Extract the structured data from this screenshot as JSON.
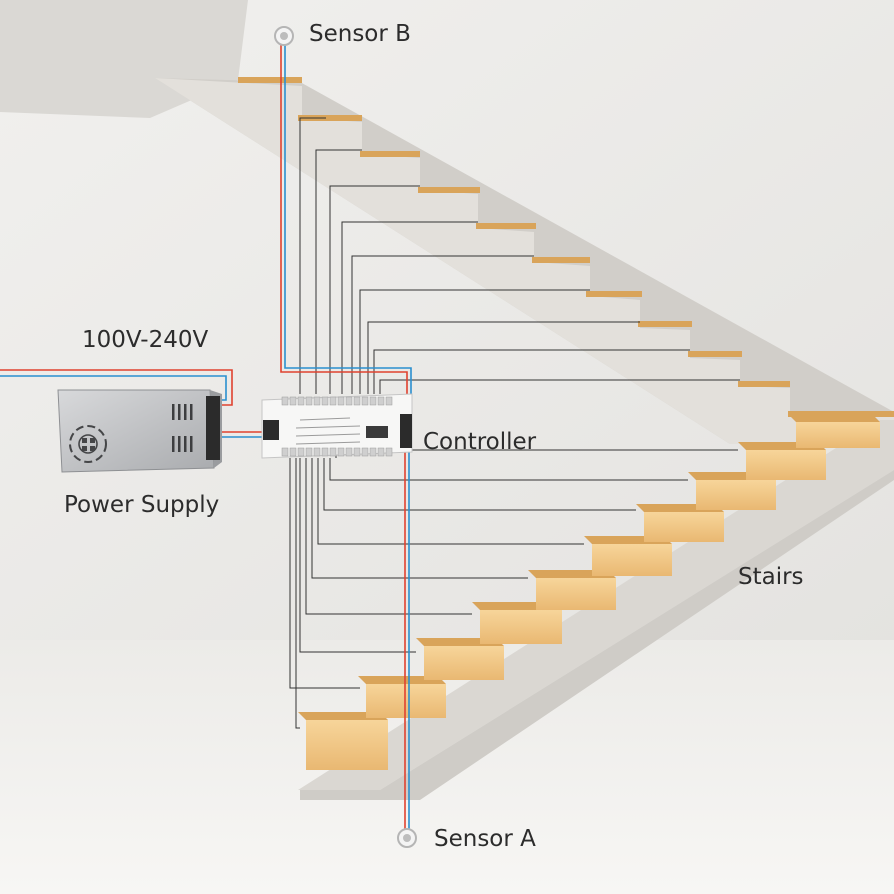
{
  "labels": {
    "sensor_b": "Sensor B",
    "sensor_a": "Sensor A",
    "voltage": "100V-240V",
    "power_supply": "Power Supply",
    "controller": "Controller",
    "stairs": "Stairs"
  },
  "colors": {
    "wall": "#ecebe8",
    "floor": "#f5f4f2",
    "stair_face": "#e2dfda",
    "tread_wood": "#d9a45a",
    "led_glow": "#f3c680",
    "wire_dark": "#333333",
    "wire_red": "#e0422f",
    "wire_blue": "#2a8fcf"
  }
}
